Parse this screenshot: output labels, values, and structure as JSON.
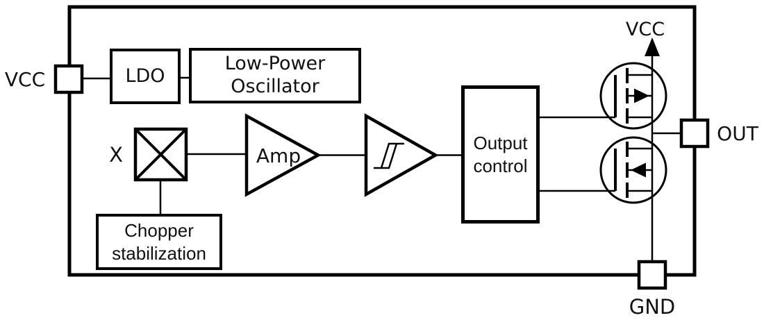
{
  "diagram": {
    "title": "sensor-ic-functional-block-diagram",
    "outer_pins": {
      "vcc_left": "VCC",
      "vcc_top": "VCC",
      "out": "OUT",
      "gnd": "GND"
    },
    "blocks": {
      "ldo": "LDO",
      "oscillator": "Low-Power\nOscillator",
      "mixer": "X",
      "amp": "Amp",
      "output_control": "Output\ncontrol",
      "chopper": "Chopper\nstabilization"
    },
    "icons": {
      "schmitt_trigger": "hysteresis-symbol",
      "mosfet_top": "mosfet-arrow-right",
      "mosfet_bottom": "mosfet-arrow-left",
      "vcc_arrow": "arrow-up"
    },
    "colors": {
      "line": "#000000",
      "background": "#ffffff",
      "text": "#111111"
    }
  }
}
